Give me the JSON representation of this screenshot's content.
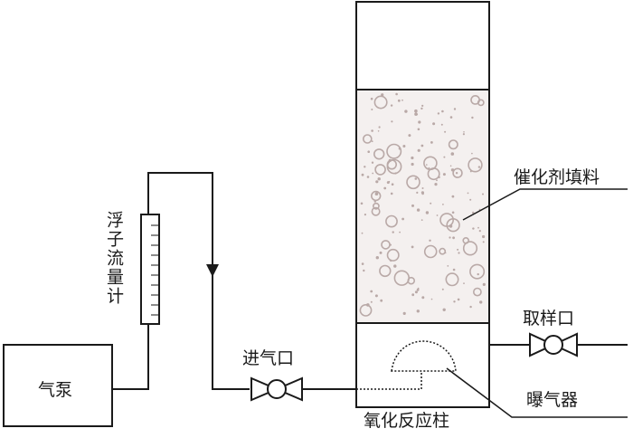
{
  "labels": {
    "gas_pump": "气泵",
    "flowmeter": "浮子流量计",
    "gas_inlet": "进气口",
    "reactor": "氧化反应柱",
    "catalyst_packing": "催化剂填料",
    "sampling_port": "取样口",
    "aerator": "曝气器"
  },
  "colors": {
    "line": "#1a1a1a",
    "packing_bg": "#f4f0ef",
    "bubble": "#b9a9a7"
  },
  "icons": {
    "valve": "valve-icon",
    "flow_arrow": "arrow-down-icon"
  }
}
